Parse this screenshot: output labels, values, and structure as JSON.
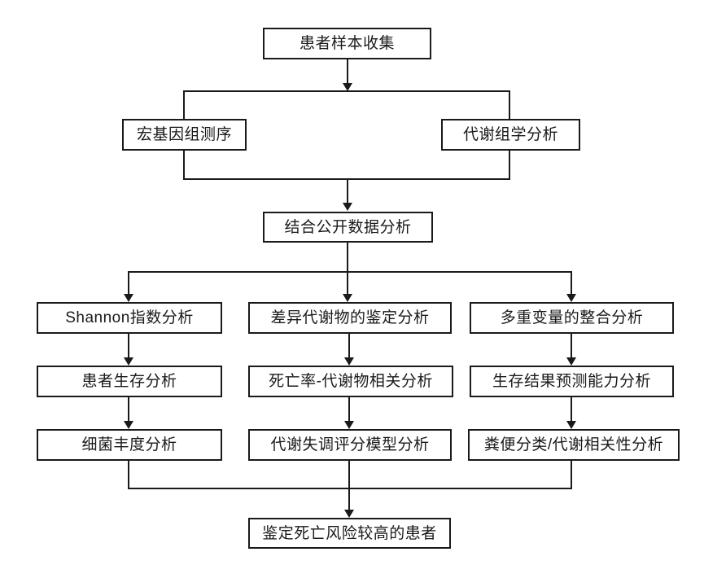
{
  "diagram": {
    "type": "flowchart",
    "background_color": "#ffffff",
    "line_color": "#1a1a1a",
    "box_fill_color": "#ffffff",
    "box_border_color": "#1a1a1a",
    "nodes": {
      "sample_collection": "患者样本收集",
      "metagenomic_sequencing": "宏基因组测序",
      "metabolomics_analysis": "代谢组学分析",
      "public_data_analysis": "结合公开数据分析",
      "shannon_index_analysis": "Shannon指数分析",
      "patient_survival_analysis": "患者生存分析",
      "bacterial_abundance_analysis": "细菌丰度分析",
      "differential_metabolite_identification": "差异代谢物的鉴定分析",
      "mortality_metabolite_correlation": "死亡率-代谢物相关分析",
      "metabolic_dysregulation_score_model": "代谢失调评分模型分析",
      "multivariate_integration_analysis": "多重变量的整合分析",
      "survival_prediction_ability_analysis": "生存结果预测能力分析",
      "fecal_classification_metabolic_correlation": "粪便分类/代谢相关性分析",
      "high_risk_patient_identification": "鉴定死亡风险较高的患者"
    },
    "edges": [
      "sample_collection -> metagenomic_sequencing",
      "sample_collection -> metabolomics_analysis",
      "metagenomic_sequencing -> public_data_analysis",
      "metabolomics_analysis -> public_data_analysis",
      "public_data_analysis -> shannon_index_analysis",
      "public_data_analysis -> differential_metabolite_identification",
      "public_data_analysis -> multivariate_integration_analysis",
      "shannon_index_analysis -> patient_survival_analysis",
      "patient_survival_analysis -> bacterial_abundance_analysis",
      "differential_metabolite_identification -> mortality_metabolite_correlation",
      "mortality_metabolite_correlation -> metabolic_dysregulation_score_model",
      "multivariate_integration_analysis -> survival_prediction_ability_analysis",
      "survival_prediction_ability_analysis -> fecal_classification_metabolic_correlation",
      "bacterial_abundance_analysis -> high_risk_patient_identification",
      "metabolic_dysregulation_score_model -> high_risk_patient_identification",
      "fecal_classification_metabolic_correlation -> high_risk_patient_identification"
    ]
  }
}
